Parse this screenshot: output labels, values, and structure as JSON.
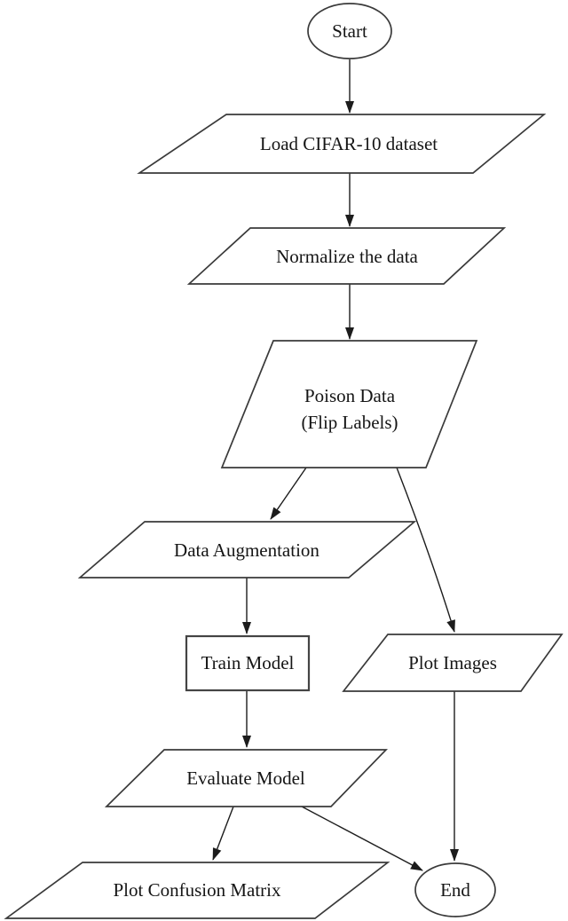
{
  "diagram": {
    "type": "flowchart",
    "colors": {
      "background": "#ffffff",
      "shape_fill": "#ffffff",
      "stroke": "#3a3a3a",
      "text": "#151515"
    },
    "nodes": {
      "start": {
        "shape": "terminator",
        "label": "Start"
      },
      "load": {
        "shape": "data-io",
        "label": "Load CIFAR-10 dataset"
      },
      "normalize": {
        "shape": "data-io",
        "label": "Normalize the data"
      },
      "poison": {
        "shape": "data-io",
        "label_line1": "Poison Data",
        "label_line2": "(Flip Labels)"
      },
      "augment": {
        "shape": "data-io",
        "label": "Data Augmentation"
      },
      "train": {
        "shape": "process",
        "label": "Train Model"
      },
      "plot_images": {
        "shape": "data-io",
        "label": "Plot Images"
      },
      "evaluate": {
        "shape": "data-io",
        "label": "Evaluate Model"
      },
      "plot_confusion": {
        "shape": "data-io",
        "label": "Plot Confusion Matrix"
      },
      "end": {
        "shape": "terminator",
        "label": "End"
      }
    },
    "edges": [
      {
        "from": "start",
        "to": "load"
      },
      {
        "from": "load",
        "to": "normalize"
      },
      {
        "from": "normalize",
        "to": "poison"
      },
      {
        "from": "poison",
        "to": "augment"
      },
      {
        "from": "poison",
        "to": "plot_images"
      },
      {
        "from": "augment",
        "to": "train"
      },
      {
        "from": "train",
        "to": "evaluate"
      },
      {
        "from": "evaluate",
        "to": "plot_confusion"
      },
      {
        "from": "evaluate",
        "to": "end"
      },
      {
        "from": "plot_images",
        "to": "end"
      }
    ]
  }
}
